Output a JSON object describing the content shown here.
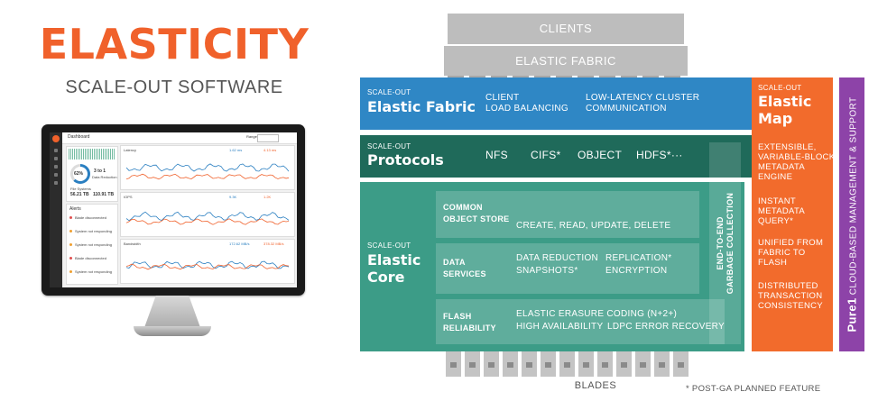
{
  "left": {
    "title": "ELASTICITY",
    "subtitle": "SCALE-OUT SOFTWARE"
  },
  "screen": {
    "header": "Dashboard",
    "range_label": "Range",
    "capacity_percent": "62%",
    "data_reduction": "3 to 1",
    "data_reduction_label": "Data Reduction",
    "file_systems_label": "File Systems",
    "used_tb": "56.21 TB",
    "total_tb": "110.91 TB",
    "alerts_label": "Alerts",
    "alerts": [
      {
        "text": "Blade disconnected",
        "color": "#e05050"
      },
      {
        "text": "System not responding",
        "color": "#f0a030"
      },
      {
        "text": "System not responding",
        "color": "#f0a030"
      },
      {
        "text": "Blade disconnected",
        "color": "#e05050"
      },
      {
        "text": "System not responding",
        "color": "#f0a030"
      }
    ],
    "charts": [
      {
        "title": "Latency",
        "value_a": "1.62 ms",
        "value_b": "4.13 ms",
        "color_a": "#2a7fc1",
        "color_b": "#f0612b"
      },
      {
        "title": "IOPS",
        "value_a": "9.3K",
        "value_b": "1.2K",
        "color_a": "#2a7fc1",
        "color_b": "#f0612b"
      },
      {
        "title": "Bandwidth",
        "value_a": "172.62 MB/s",
        "value_b": "378.32 MB/s",
        "color_a": "#2a7fc1",
        "color_b": "#f0612b"
      }
    ]
  },
  "diagram": {
    "clients": "CLIENTS",
    "elastic_fabric_top": "ELASTIC FABRIC",
    "fabric": {
      "small": "SCALE-OUT",
      "big": "Elastic Fabric",
      "items": [
        "CLIENT",
        "LOAD BALANCING",
        "LOW-LATENCY CLUSTER",
        "COMMUNICATION"
      ]
    },
    "protocols": {
      "small": "SCALE-OUT",
      "big": "Protocols",
      "items": [
        "NFS",
        "CIFS*",
        "OBJECT",
        "HDFS*···"
      ]
    },
    "core": {
      "small": "SCALE-OUT",
      "big_line1": "Elastic",
      "big_line2": "Core",
      "rows": [
        {
          "head1": "COMMON",
          "head2": "OBJECT STORE",
          "text": "CREATE, READ, UPDATE, DELETE"
        },
        {
          "head1": "DATA",
          "head2": "SERVICES",
          "col1a": "DATA REDUCTION",
          "col1b": "SNAPSHOTS*",
          "col2a": "REPLICATION*",
          "col2b": "ENCRYPTION"
        },
        {
          "head1": "FLASH",
          "head2": "RELIABILITY",
          "text1": "ELASTIC ERASURE CODING (N+2+)",
          "text2a": "HIGH AVAILABILITY",
          "text2b": "LDPC ERROR RECOVERY"
        }
      ]
    },
    "gc_line1": "END-TO-END",
    "gc_line2": "GARBAGE COLLECTION",
    "map": {
      "small": "SCALE-OUT",
      "big_line1": "Elastic",
      "big_line2": "Map",
      "items": [
        [
          "EXTENSIBLE,",
          "VARIABLE-BLOCK",
          "METADATA",
          "ENGINE"
        ],
        [
          "INSTANT",
          "METADATA",
          "QUERY*"
        ],
        [
          "UNIFIED FROM",
          "FABRIC TO",
          "FLASH"
        ],
        [
          "DISTRIBUTED",
          "TRANSACTION",
          "CONSISTENCY"
        ]
      ]
    },
    "pure_brand": "Pure1",
    "pure_text": "CLOUD-BASED MANAGEMENT & SUPPORT",
    "blades": "BLADES",
    "footnote": "* POST-GA PLANNED FEATURE"
  },
  "colors": {
    "brand_orange": "#f0612b",
    "fabric_blue": "#2f87c5",
    "protocols_green": "#1f6a5a",
    "core_teal": "#3c9c87",
    "map_orange": "#f26b2c",
    "pure_purple": "#8d43a8"
  }
}
